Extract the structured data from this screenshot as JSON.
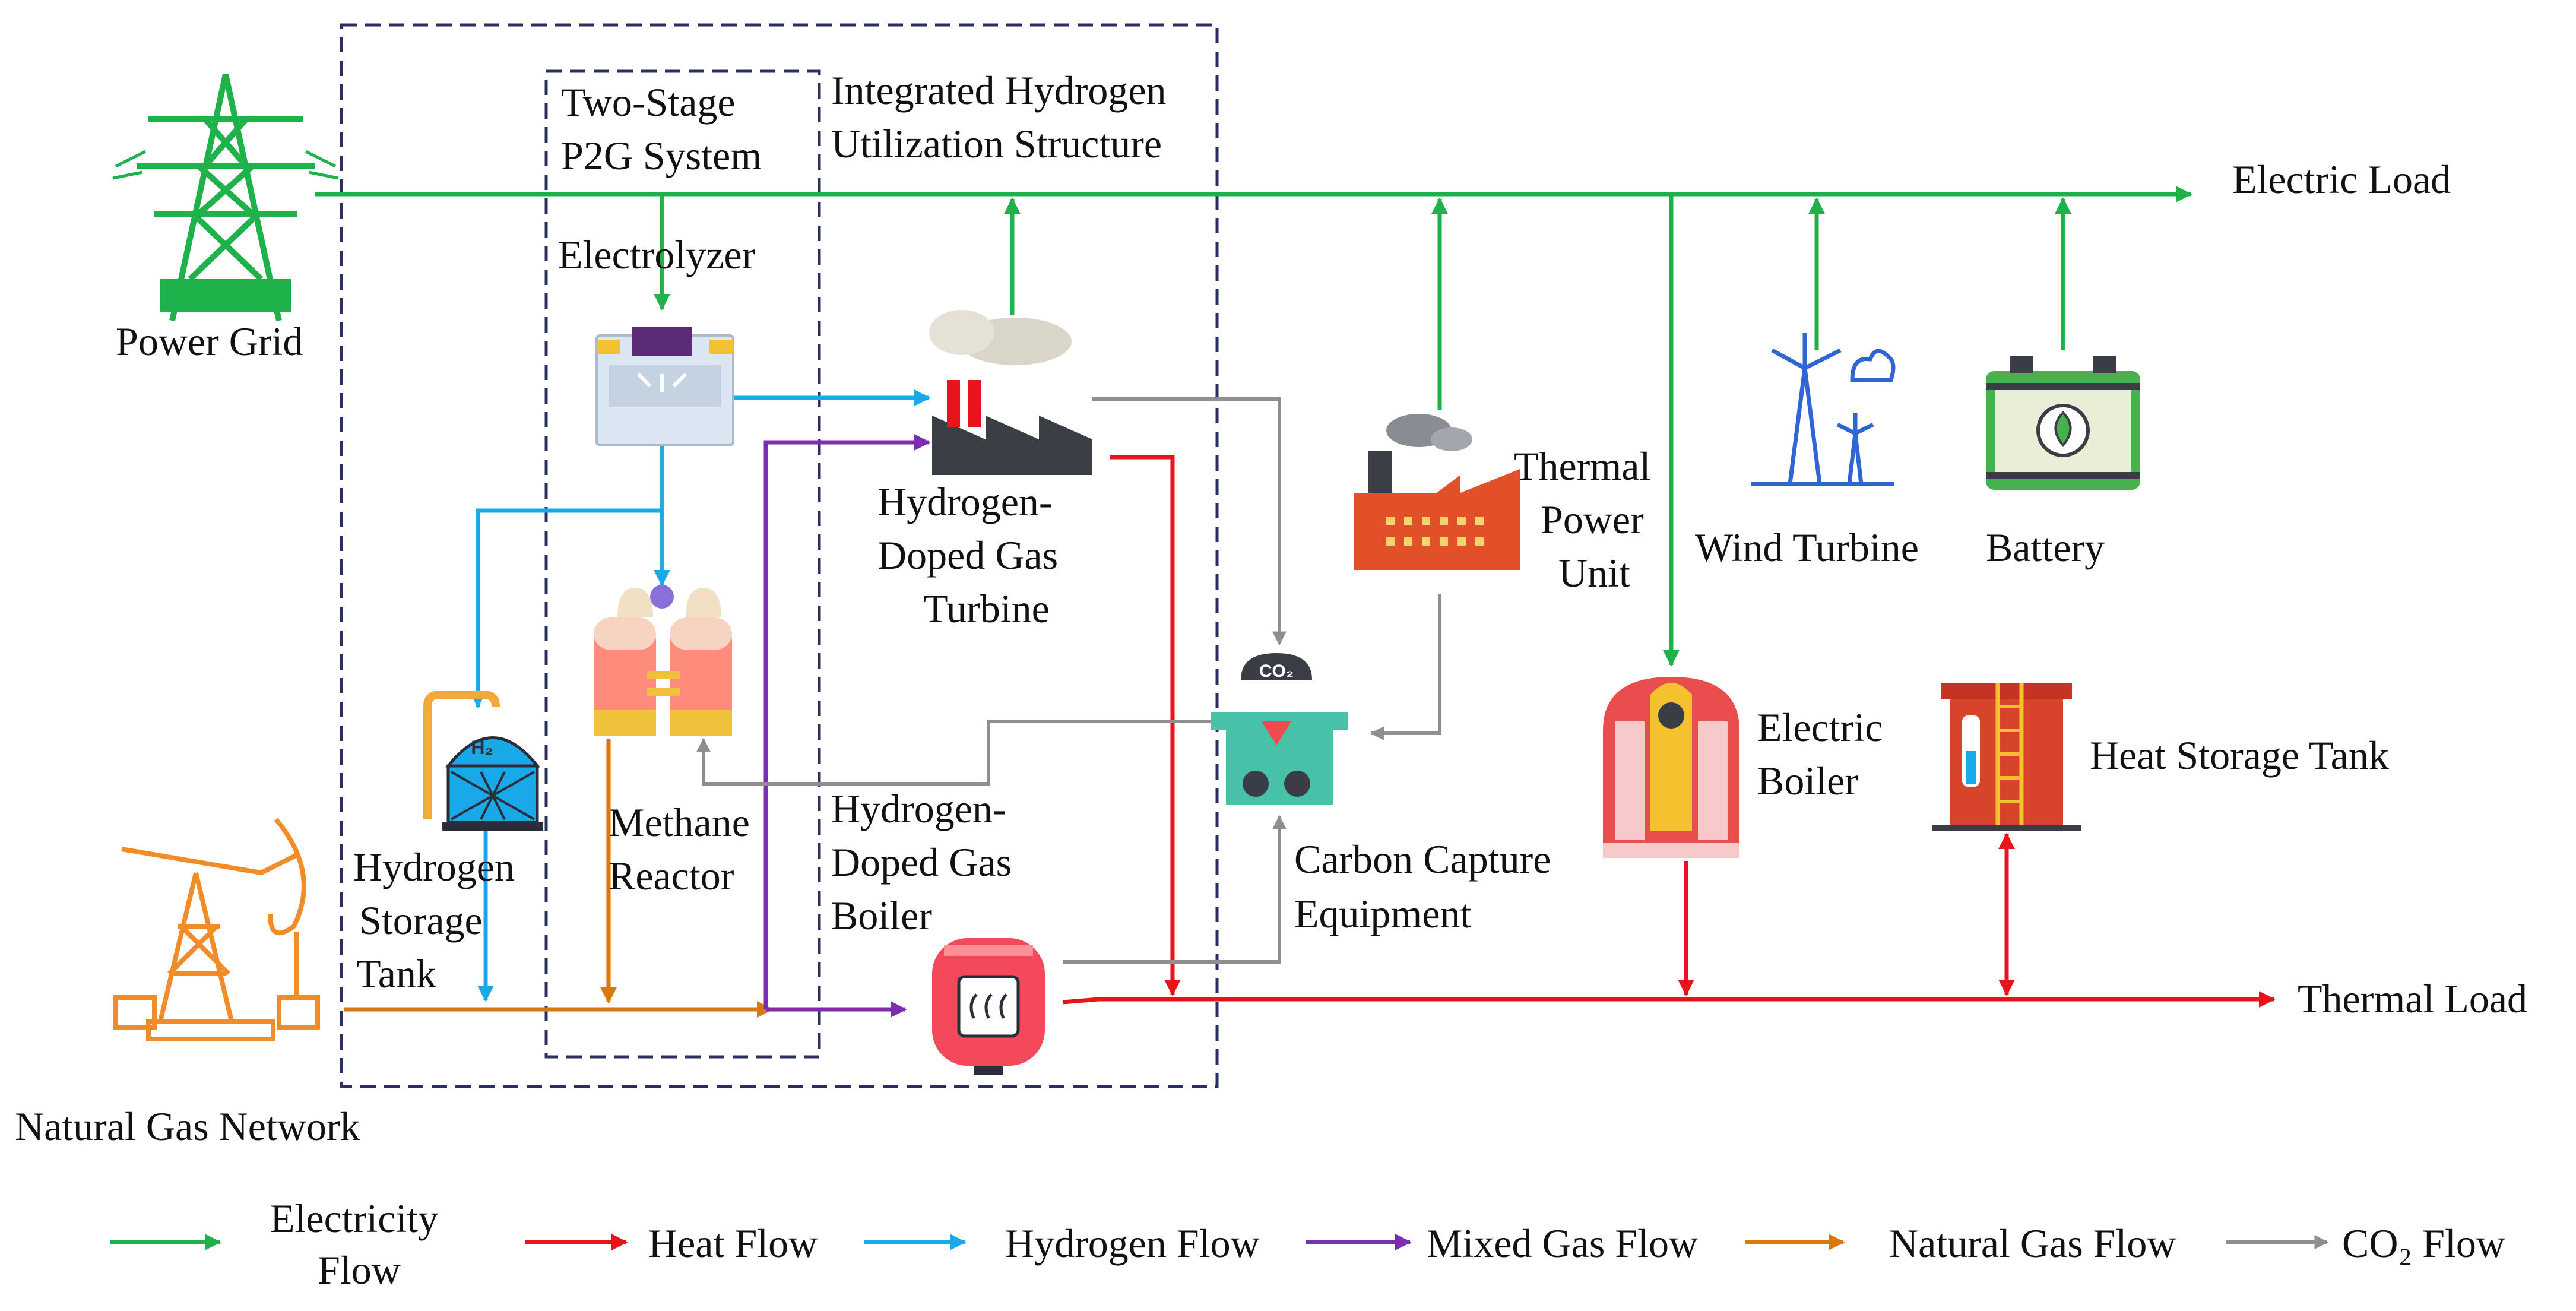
{
  "labels": {
    "power_grid": "Power Grid",
    "electric_load": "Electric Load",
    "thermal_load": "Thermal Load",
    "natural_gas_network": "Natural Gas Network",
    "two_stage_line1": "Two-Stage",
    "two_stage_line2": "P2G System",
    "integrated_line1": "Integrated Hydrogen",
    "integrated_line2": "Utilization Structure",
    "electrolyzer": "Electrolyzer",
    "hdgt_line1": "Hydrogen-",
    "hdgt_line2": "Doped Gas",
    "hdgt_line3": "Turbine",
    "thermal_line1": "Thermal",
    "thermal_line2": "Power",
    "thermal_line3": "Unit",
    "wind_turbine": "Wind Turbine",
    "battery": "Battery",
    "hst_line1": "Hydrogen",
    "hst_line2": "Storage",
    "hst_line3": "Tank",
    "methane_line1": "Methane",
    "methane_line2": "Reactor",
    "hdgb_line1": "Hydrogen-",
    "hdgb_line2": "Doped Gas",
    "hdgb_line3": "Boiler",
    "ccu_line1": "Carbon Capture",
    "ccu_line2": "Equipment",
    "eboiler_line1": "Electric",
    "eboiler_line2": "Boiler",
    "heat_storage": "Heat Storage Tank",
    "co2_label": "CO₂",
    "h2_label": "H₂"
  },
  "legend": {
    "electricity_line1": "Electricity",
    "electricity_line2": "Flow",
    "heat": "Heat Flow",
    "hydrogen": "Hydrogen Flow",
    "mixed": "Mixed Gas Flow",
    "natural_gas": "Natural Gas Flow",
    "co2": "CO₂ Flow"
  },
  "colors": {
    "electricity": "#1fb24a",
    "heat": "#e8141b",
    "hydrogen": "#1aa9e8",
    "mixed": "#7b2fb0",
    "natural_gas": "#d9780f",
    "co2": "#8f8f8f",
    "box": "#2b2f5e"
  }
}
